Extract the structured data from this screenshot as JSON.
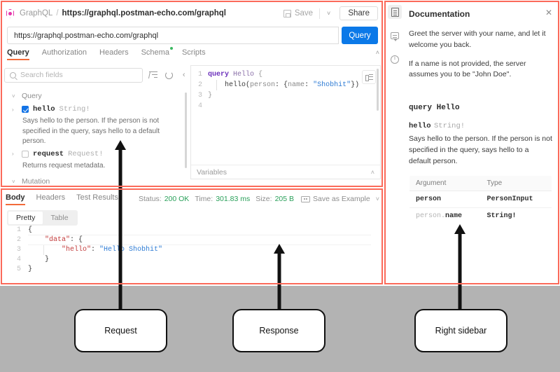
{
  "header": {
    "app_name": "GraphQL",
    "separator": "/",
    "url_crumb": "https://graphql.postman-echo.com/graphql",
    "save_label": "Save",
    "share_label": "Share",
    "logo_color": "#e535ab"
  },
  "url_bar": {
    "value": "https://graphql.postman-echo.com/graphql",
    "query_button": "Query",
    "query_button_color": "#0b79e8"
  },
  "request_tabs": [
    {
      "label": "Query",
      "active": true
    },
    {
      "label": "Authorization",
      "active": false
    },
    {
      "label": "Headers",
      "active": false
    },
    {
      "label": "Schema",
      "active": false,
      "dot": true
    },
    {
      "label": "Scripts",
      "active": false
    }
  ],
  "explorer": {
    "search_placeholder": "Search fields",
    "groups": [
      {
        "name": "Query",
        "fields": [
          {
            "name": "hello",
            "type": "String!",
            "checked": true,
            "description": "Says hello to the person. If the person is not specified in the query, says hello to a default person."
          },
          {
            "name": "request",
            "type": "Request!",
            "checked": false,
            "description": "Returns request metadata."
          }
        ]
      },
      {
        "name": "Mutation",
        "fields": []
      }
    ]
  },
  "editor": {
    "lines": [
      {
        "n": "1",
        "parts": [
          {
            "t": "query ",
            "c": "kw"
          },
          {
            "t": "Hello",
            "c": "op-name"
          },
          {
            "t": " {",
            "c": "punc"
          }
        ]
      },
      {
        "n": "2",
        "parts": [
          {
            "t": "    hello(",
            "c": "plain"
          },
          {
            "t": "person",
            "c": "arg"
          },
          {
            "t": ": {",
            "c": "plain"
          },
          {
            "t": "name",
            "c": "arg"
          },
          {
            "t": ": ",
            "c": "plain"
          },
          {
            "t": "\"Shobhit\"",
            "c": "str"
          },
          {
            "t": "})",
            "c": "plain"
          }
        ]
      },
      {
        "n": "3",
        "parts": [
          {
            "t": "}",
            "c": "punc"
          }
        ]
      },
      {
        "n": "4",
        "parts": [
          {
            "t": "",
            "c": "plain"
          }
        ]
      }
    ],
    "variables_label": "Variables"
  },
  "response": {
    "tabs": [
      {
        "label": "Body",
        "active": true
      },
      {
        "label": "Headers",
        "active": false
      },
      {
        "label": "Test Results",
        "active": false
      }
    ],
    "status_key": "Status:",
    "status_value": "200 OK",
    "time_key": "Time:",
    "time_value": "301.83 ms",
    "size_key": "Size:",
    "size_value": "205 B",
    "save_as_example": "Save as Example",
    "sub_tabs": [
      {
        "label": "Pretty",
        "active": true
      },
      {
        "label": "Table",
        "active": false
      }
    ],
    "body_lines": [
      {
        "n": "1",
        "parts": [
          {
            "t": "{",
            "c": "plain"
          }
        ]
      },
      {
        "n": "2",
        "parts": [
          {
            "t": "    ",
            "c": "plain"
          },
          {
            "t": "\"data\"",
            "c": "jkey"
          },
          {
            "t": ": {",
            "c": "plain"
          }
        ]
      },
      {
        "n": "3",
        "parts": [
          {
            "t": "        ",
            "c": "plain"
          },
          {
            "t": "\"hello\"",
            "c": "jkey"
          },
          {
            "t": ": ",
            "c": "plain"
          },
          {
            "t": "\"Hello Shobhit\"",
            "c": "jstr"
          }
        ]
      },
      {
        "n": "4",
        "parts": [
          {
            "t": "    }",
            "c": "plain"
          }
        ]
      },
      {
        "n": "5",
        "parts": [
          {
            "t": "}",
            "c": "plain"
          }
        ]
      }
    ],
    "status_color": "#2aa05a"
  },
  "sidebar": {
    "title": "Documentation",
    "close_label": "✕",
    "paragraphs": [
      "Greet the server with your name, and let it welcome you back.",
      "If a name is not provided, the server assumes you to be \"John Doe\"."
    ],
    "section_heading": "query Hello",
    "field_name": "hello",
    "field_type": "String!",
    "field_description": "Says hello to the person. If the person is not specified in the query, says hello to a default person.",
    "table": {
      "headers": [
        "Argument",
        "Type"
      ],
      "rows": [
        {
          "arg": "person",
          "arg_prefix": "",
          "type": "PersonInput"
        },
        {
          "arg": "name",
          "arg_prefix": "person.",
          "type": "String!"
        }
      ]
    }
  },
  "annotations": {
    "highlight_color": "#fb6a5a",
    "callouts": [
      {
        "label": "Request"
      },
      {
        "label": "Response"
      },
      {
        "label": "Right sidebar"
      }
    ]
  }
}
